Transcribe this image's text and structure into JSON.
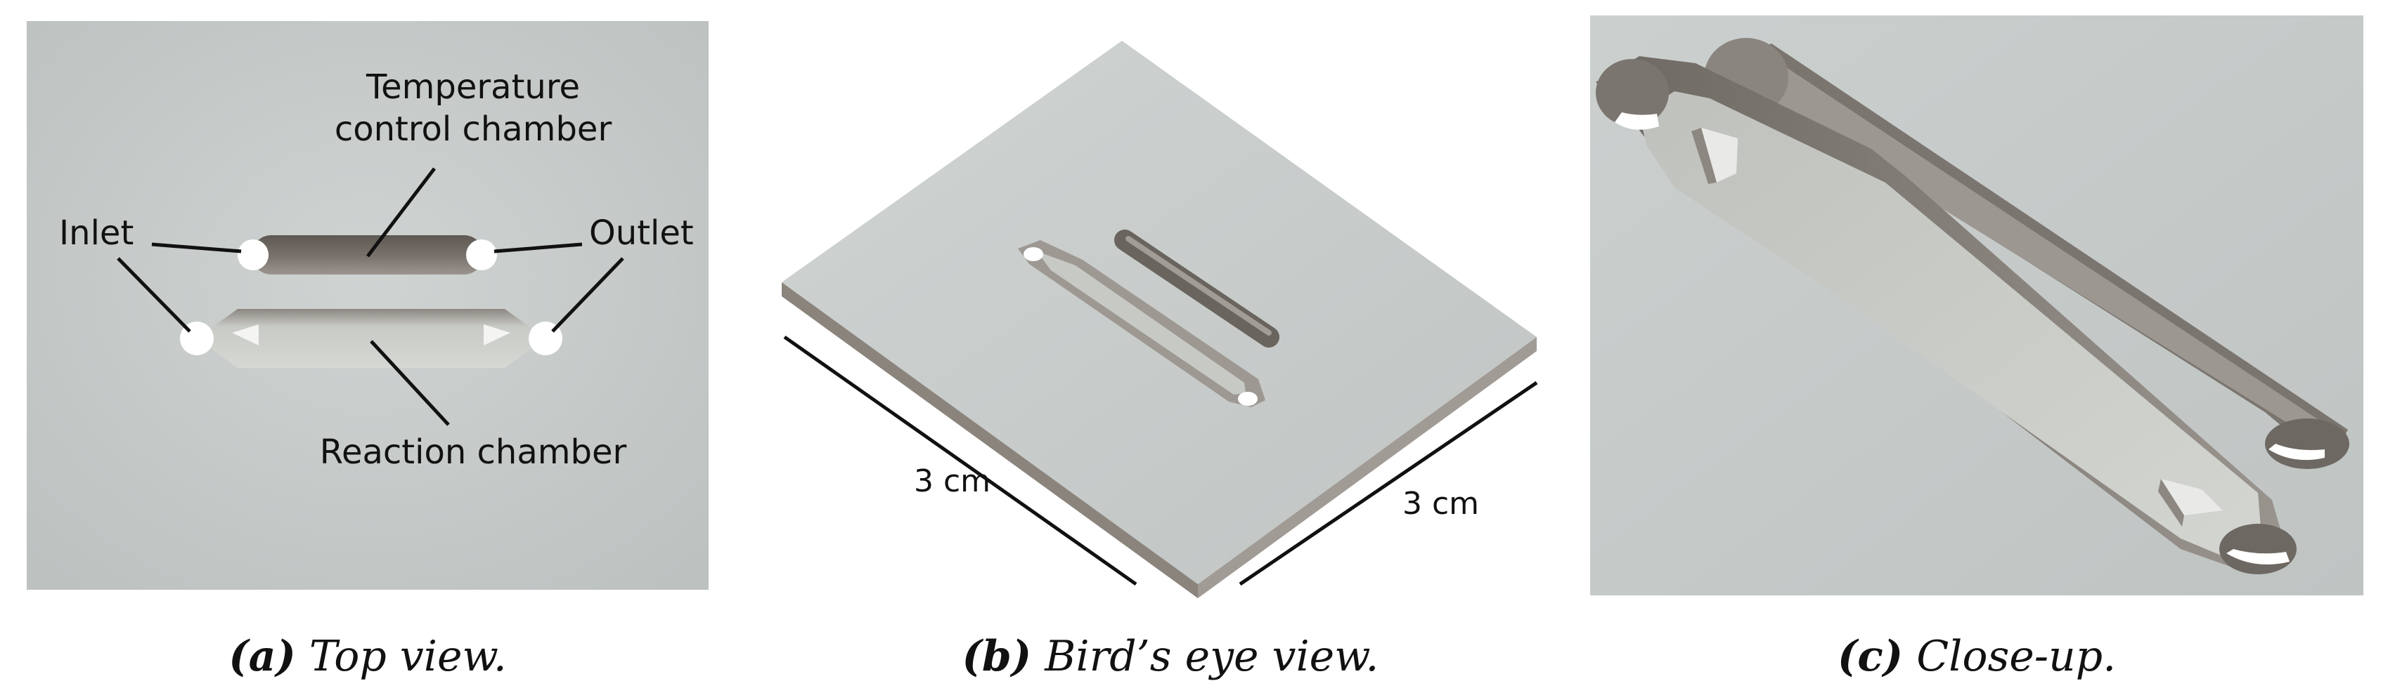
{
  "panel_a": {
    "labels": {
      "temperature_line1": "Temperature",
      "temperature_line2": "control chamber",
      "inlet": "Inlet",
      "outlet": "Outlet",
      "reaction": "Reaction chamber"
    },
    "caption_tag": "(a)",
    "caption_text": "Top view."
  },
  "panel_b": {
    "dimension_left": "3 cm",
    "dimension_right": "3 cm",
    "caption_tag": "(b)",
    "caption_text": "Bird’s eye view."
  },
  "panel_c": {
    "caption_tag": "(c)",
    "caption_text": "Close-up."
  },
  "colors": {
    "chip_surface": "#c4c9c8",
    "chamber_shadow": "#6f6963",
    "port_white": "#ffffff",
    "leader_line": "#111111"
  }
}
